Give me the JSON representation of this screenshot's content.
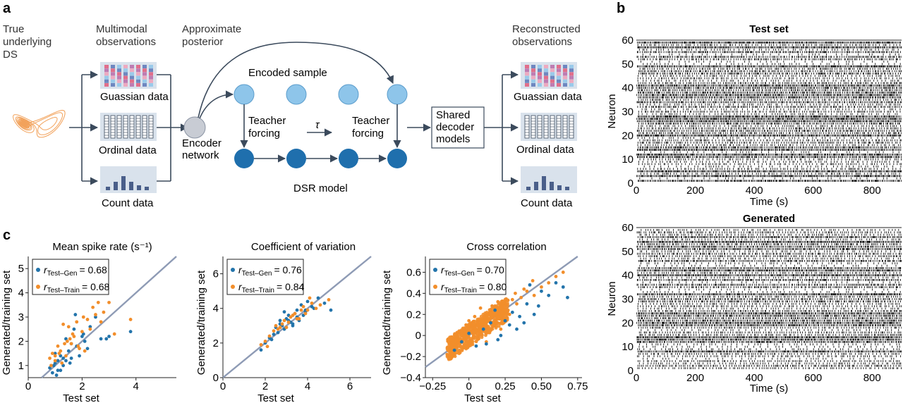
{
  "panel_a": {
    "label": "a",
    "col_true": [
      "True",
      "underlying",
      "DS"
    ],
    "col_multimodal": [
      "Multimodal",
      "observations"
    ],
    "col_posterior": [
      "Approximate",
      "posterior"
    ],
    "col_reconstructed": [
      "Reconstructed",
      "observations"
    ],
    "gaussian_label": "Guassian data",
    "ordinal_label": "Ordinal data",
    "count_label": "Count data",
    "encoder_label": [
      "Encoder",
      "network"
    ],
    "encoded_sample": "Encoded sample",
    "teacher_forcing": [
      "Teacher",
      "forcing"
    ],
    "tau": "τ",
    "dsr_model": "DSR model",
    "decoder_label": [
      "Shared",
      "decoder",
      "models"
    ],
    "out_gaussian_label": "Guassian data",
    "out_ordinal_label": "Ordinal data",
    "out_count_label": "Count data",
    "colors": {
      "orange": "#f0923e",
      "light_blue": "#8ec5ea",
      "dark_blue": "#1f6fad",
      "gray_node": "#c8ccd4",
      "box": "#d9e2ec",
      "arrow": "#3b4a5c"
    }
  },
  "panel_b": {
    "label": "b",
    "raster_color": "#111111",
    "plots": [
      {
        "title": "Test set",
        "ylabel": "Neuron",
        "xlabel": "Time (s)",
        "xticks": [
          "0",
          "200",
          "400",
          "600",
          "800"
        ],
        "yticks": [
          "0",
          "10",
          "20",
          "30",
          "40",
          "50",
          "60"
        ],
        "xlim": [
          0,
          900
        ],
        "ylim": [
          0,
          60
        ]
      },
      {
        "title": "Generated",
        "ylabel": "Neuron",
        "xlabel": "Time (s)",
        "xticks": [
          "0",
          "200",
          "400",
          "600",
          "800"
        ],
        "yticks": [
          "0",
          "10",
          "20",
          "30",
          "40",
          "50",
          "60"
        ],
        "xlim": [
          0,
          900
        ],
        "ylim": [
          0,
          60
        ]
      }
    ]
  },
  "panel_c": {
    "label": "c",
    "colors": {
      "gen": "#2374ab",
      "train": "#f28e2b",
      "identity": "#8e9bb5"
    }
  },
  "chart_data": [
    {
      "type": "scatter",
      "title": "Mean spike rate (s⁻¹)",
      "xlabel": "Test set",
      "ylabel": "Generated/training set",
      "xlim": [
        0,
        5.5
      ],
      "ylim": [
        0.5,
        5.5
      ],
      "xticks": [
        0,
        2,
        4
      ],
      "yticks": [
        1,
        2,
        3,
        4,
        5
      ],
      "xtick_labels": [
        "0",
        "2",
        "4"
      ],
      "ytick_labels": [
        "1",
        "2",
        "3",
        "4",
        "5"
      ],
      "legend": [
        {
          "r": "r",
          "sub": "Test–Gen",
          "value": "= 0.68"
        },
        {
          "r": "r",
          "sub": "Test–Train",
          "value": "= 0.68"
        }
      ],
      "series": [
        {
          "key": "gen",
          "x": [
            0.8,
            0.9,
            1.0,
            1.1,
            1.2,
            1.3,
            1.4,
            1.5,
            1.6,
            1.7,
            1.8,
            1.9,
            2.0,
            2.1,
            2.3,
            2.5,
            3.0,
            3.8,
            1.0,
            1.2,
            1.4,
            1.6,
            2.2,
            2.7,
            1.3,
            1.1,
            0.95,
            1.05,
            1.75,
            2.05,
            2.9,
            1.55
          ],
          "y": [
            0.9,
            0.7,
            1.1,
            0.8,
            1.4,
            1.0,
            1.2,
            1.6,
            1.3,
            2.5,
            1.8,
            1.4,
            2.2,
            2.0,
            2.6,
            3.0,
            2.2,
            2.4,
            1.5,
            0.8,
            2.1,
            1.9,
            1.7,
            2.1,
            1.3,
            1.2,
            1.0,
            0.6,
            3.1,
            2.3,
            2.1,
            1.1
          ]
        },
        {
          "key": "train",
          "x": [
            0.8,
            0.9,
            1.0,
            1.1,
            1.2,
            1.3,
            1.4,
            1.5,
            1.6,
            1.7,
            1.8,
            1.9,
            2.0,
            2.1,
            2.2,
            2.3,
            2.4,
            2.5,
            2.6,
            2.8,
            3.0,
            3.2,
            3.8,
            1.0,
            1.25,
            1.45,
            1.65,
            1.85,
            2.05,
            0.85,
            1.15,
            1.35,
            2.7,
            1.55
          ],
          "y": [
            1.3,
            1.5,
            1.2,
            1.8,
            1.6,
            2.7,
            1.4,
            2.6,
            1.9,
            2.2,
            2.8,
            1.7,
            2.4,
            1.6,
            2.9,
            2.5,
            3.4,
            3.1,
            3.6,
            3.2,
            3.6,
            2.3,
            2.9,
            1.4,
            1.1,
            2.0,
            2.3,
            1.8,
            3.0,
            1.0,
            1.5,
            1.9,
            2.8,
            2.1
          ]
        }
      ]
    },
    {
      "type": "scatter",
      "title": "Coefficient of variation",
      "xlabel": "Test set",
      "ylabel": "Generated/training set",
      "xlim": [
        0,
        7
      ],
      "ylim": [
        0,
        7
      ],
      "xticks": [
        0,
        2,
        4,
        6
      ],
      "yticks": [
        0,
        2,
        4,
        6
      ],
      "xtick_labels": [
        "0",
        "2",
        "4",
        "6"
      ],
      "ytick_labels": [
        "0",
        "2",
        "4",
        "6"
      ],
      "legend": [
        {
          "r": "r",
          "sub": "Test–Gen",
          "value": "= 0.76"
        },
        {
          "r": "r",
          "sub": "Test–Train",
          "value": "= 0.84"
        }
      ],
      "series": [
        {
          "key": "gen",
          "x": [
            1.8,
            2.0,
            2.2,
            2.4,
            2.5,
            2.6,
            2.7,
            2.8,
            2.9,
            3.0,
            3.1,
            3.2,
            3.3,
            3.4,
            3.5,
            3.6,
            3.7,
            3.8,
            3.9,
            4.0,
            4.2,
            4.5,
            4.8,
            5.1,
            2.3,
            2.7,
            3.1,
            3.5,
            3.9,
            4.3,
            2.9,
            3.3
          ],
          "y": [
            1.6,
            2.0,
            2.3,
            2.5,
            2.9,
            2.6,
            3.3,
            3.0,
            2.8,
            3.4,
            3.6,
            3.2,
            3.1,
            3.7,
            3.9,
            3.3,
            4.2,
            3.6,
            3.9,
            4.4,
            4.1,
            4.6,
            4.3,
            3.9,
            2.2,
            3.1,
            3.3,
            3.5,
            3.8,
            4.0,
            3.8,
            3.0
          ]
        },
        {
          "key": "train",
          "x": [
            1.8,
            2.0,
            2.2,
            2.4,
            2.6,
            2.8,
            3.0,
            3.2,
            3.4,
            3.6,
            3.8,
            4.0,
            4.2,
            4.4,
            4.6,
            5.0,
            2.5,
            2.9,
            3.3,
            3.7,
            4.1,
            2.1,
            2.7,
            3.1,
            3.5,
            3.9
          ],
          "y": [
            1.9,
            2.1,
            2.4,
            2.7,
            2.8,
            3.1,
            2.9,
            3.5,
            3.7,
            3.4,
            4.1,
            3.9,
            4.3,
            4.0,
            4.2,
            4.5,
            3.0,
            3.3,
            3.6,
            3.9,
            4.6,
            1.8,
            2.9,
            3.2,
            3.4,
            3.7
          ]
        }
      ]
    },
    {
      "type": "scatter",
      "title": "Cross correlation",
      "xlabel": "Test set",
      "ylabel": "Generated/training set",
      "xlim": [
        -0.3,
        0.78
      ],
      "ylim": [
        -0.4,
        0.75
      ],
      "xticks": [
        -0.25,
        0,
        0.25,
        0.5,
        0.75
      ],
      "yticks": [
        -0.4,
        -0.2,
        0,
        0.2,
        0.4,
        0.6
      ],
      "xtick_labels": [
        "−0.25",
        "0",
        "0.25",
        "0.50",
        "0.75"
      ],
      "ytick_labels": [
        "−0.4",
        "−0.2",
        "0",
        "0.2",
        "0.4",
        "0.6"
      ],
      "legend": [
        {
          "r": "r",
          "sub": "Test–Gen",
          "value": "= 0.70"
        },
        {
          "r": "r",
          "sub": "Test–Train",
          "value": "= 0.80"
        }
      ],
      "series": [
        {
          "key": "train",
          "x": [
            -0.15,
            -0.13,
            -0.11,
            -0.09,
            -0.07,
            -0.05,
            -0.03,
            -0.01,
            0.01,
            0.03,
            0.05,
            0.07,
            0.09,
            0.11,
            0.13,
            0.15,
            0.17,
            0.19,
            0.21,
            0.23,
            0.25,
            0.27,
            0.3,
            0.33,
            0.36,
            0.4,
            0.45,
            0.5,
            0.55,
            0.6,
            0.65,
            -0.1,
            -0.06,
            -0.02,
            0.02,
            0.06,
            0.1,
            0.14,
            0.18,
            0.22,
            0.26,
            0.08,
            0.12,
            0.04,
            0.0,
            -0.04,
            0.16,
            0.2,
            0.24,
            0.28,
            0.32,
            0.38,
            0.44
          ],
          "y": [
            -0.18,
            -0.12,
            -0.08,
            -0.1,
            -0.04,
            -0.06,
            0.0,
            0.02,
            0.04,
            -0.02,
            0.06,
            0.08,
            0.12,
            0.1,
            0.14,
            0.16,
            0.2,
            0.18,
            0.22,
            0.26,
            0.3,
            0.24,
            0.34,
            0.3,
            0.36,
            0.42,
            0.38,
            0.46,
            0.5,
            0.56,
            0.6,
            -0.02,
            0.04,
            0.1,
            -0.08,
            0.12,
            0.04,
            0.2,
            0.1,
            0.06,
            0.16,
            0.26,
            -0.06,
            0.18,
            0.14,
            -0.12,
            0.28,
            0.32,
            0.12,
            0.2,
            0.4,
            0.44,
            0.52
          ]
        },
        {
          "key": "gen",
          "x": [
            -0.1,
            -0.05,
            0.0,
            0.05,
            0.1,
            0.15,
            0.2,
            0.25,
            0.3,
            0.35,
            0.4,
            0.45,
            0.5,
            0.55,
            0.6,
            0.65,
            0.68,
            0.22,
            0.28,
            0.33,
            0.12,
            0.18,
            0.38,
            0.42,
            0.48
          ],
          "y": [
            -0.14,
            -0.06,
            0.02,
            -0.1,
            0.06,
            0.12,
            -0.04,
            0.14,
            0.22,
            0.18,
            0.3,
            0.2,
            0.42,
            0.38,
            0.5,
            0.46,
            0.36,
            0.0,
            0.1,
            0.06,
            -0.08,
            0.24,
            0.12,
            0.48,
            0.28
          ]
        }
      ]
    }
  ]
}
